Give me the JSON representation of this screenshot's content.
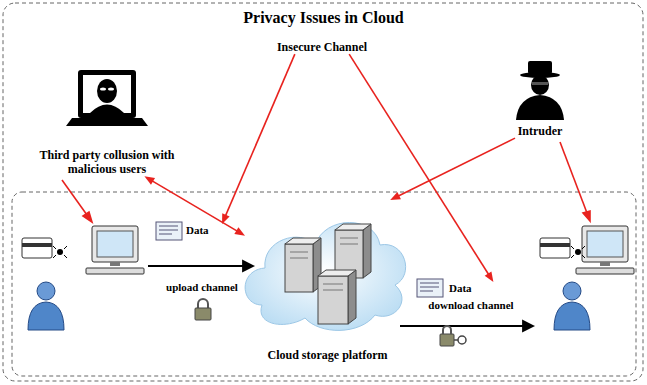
{
  "diagram": {
    "title": "Privacy Issues in Cloud",
    "nodes": [
      {
        "text": [
          "Insecure Channel"
        ]
      },
      {
        "text": [
          "Third party collusion with malicious users"
        ]
      },
      {
        "text": [
          "Intruder"
        ]
      },
      {
        "text": [
          "Data",
          "upload channel"
        ]
      },
      {
        "text": [
          "Cloud storage platform"
        ]
      },
      {
        "text": [
          "Data",
          "download channel"
        ]
      }
    ],
    "edges": [
      {
        "from": 0,
        "to": 3,
        "arrow": "to"
      },
      {
        "from": 0,
        "to": 5,
        "arrow": "to"
      },
      {
        "from": 1,
        "to": 4,
        "arrow": "both"
      },
      {
        "from": 2,
        "to": 4,
        "arrow": "to"
      }
    ]
  }
}
